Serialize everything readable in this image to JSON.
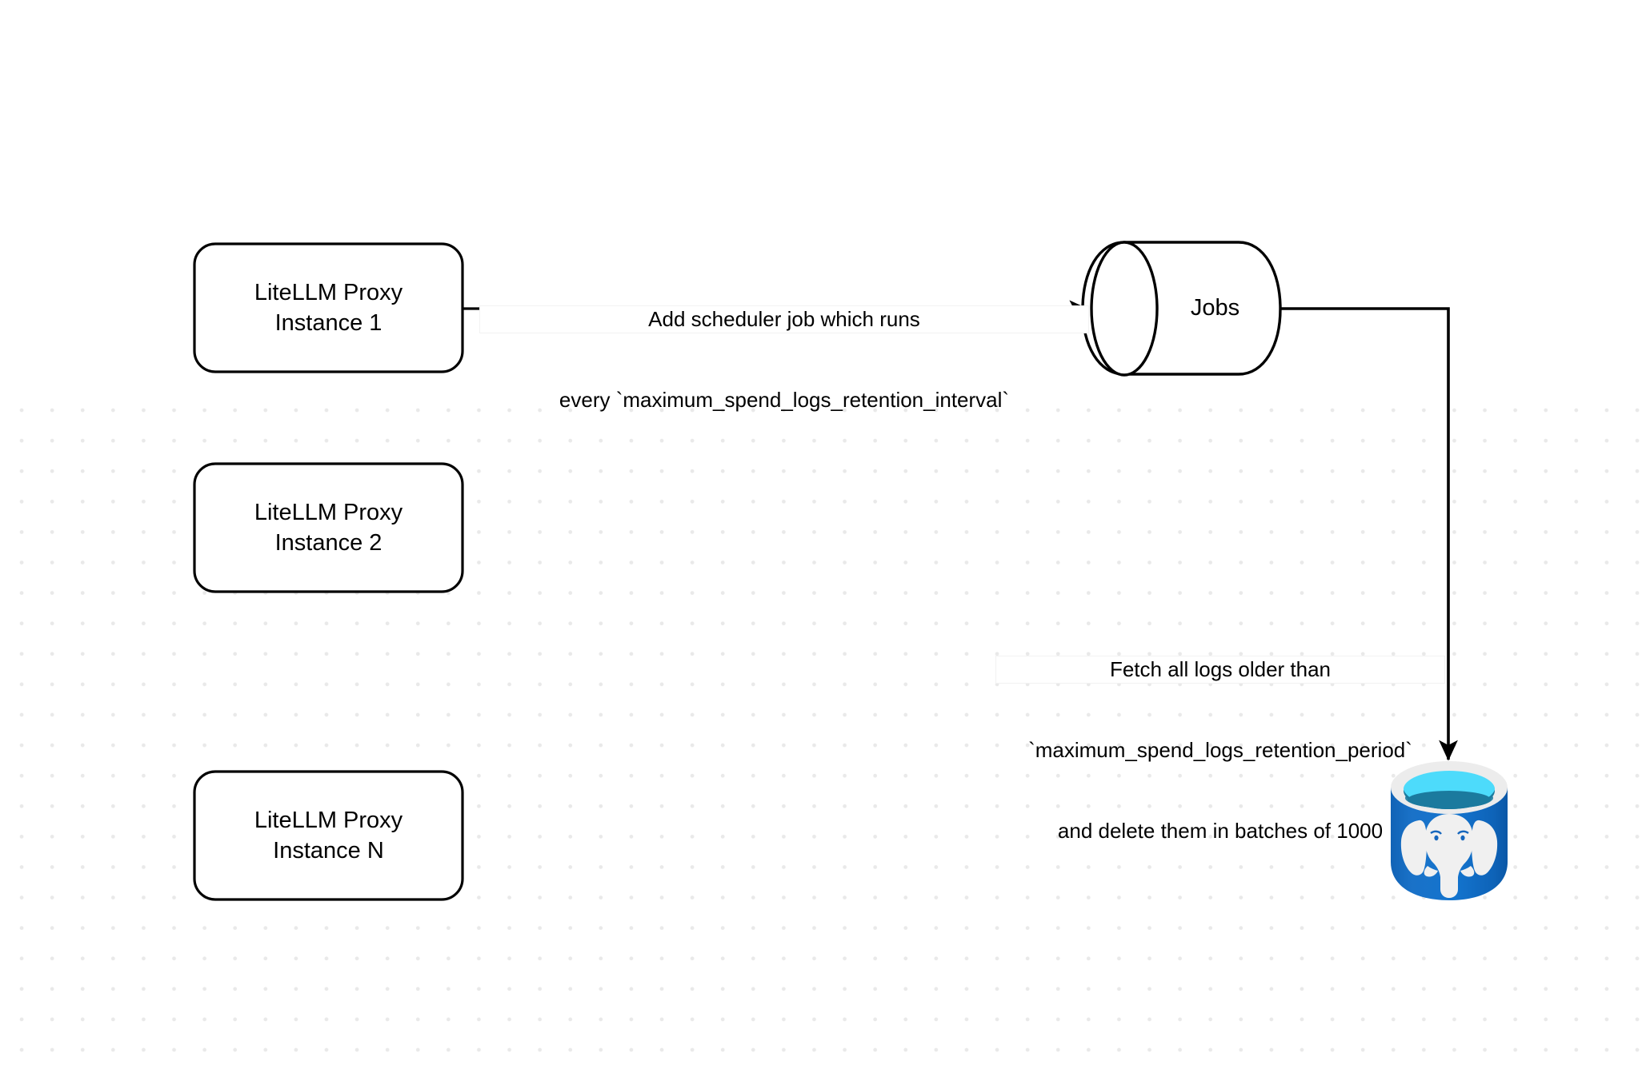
{
  "diagram": {
    "background_color": "#ffffff",
    "grid_dot_color": "#e9e9e9",
    "stroke_color": "#000000",
    "nodes": [
      {
        "id": "proxy-1",
        "line1": "LiteLLM Proxy",
        "line2": "Instance 1",
        "shape": "rounded-rect"
      },
      {
        "id": "proxy-2",
        "line1": "LiteLLM Proxy",
        "line2": "Instance 2",
        "shape": "rounded-rect"
      },
      {
        "id": "proxy-n",
        "line1": "LiteLLM Proxy",
        "line2": "Instance N",
        "shape": "rounded-rect"
      },
      {
        "id": "jobs",
        "label": "Jobs",
        "shape": "cylinder"
      },
      {
        "id": "postgres",
        "label": "",
        "shape": "postgres-database-icon",
        "color": "#1768C4",
        "top_color": "#4DDBFB",
        "rim_color": "#ececec",
        "inner_shadow_color": "#1B7A9E",
        "logo_color": "#f0f0f0"
      }
    ],
    "edges": [
      {
        "id": "scheduler-edge",
        "from": "proxy-1",
        "to": "jobs",
        "arrowhead": "filled-triangle",
        "label_lines": [
          "Add scheduler job which runs",
          "every `maximum_spend_logs_retention_interval`"
        ]
      },
      {
        "id": "cleanup-edge",
        "from": "jobs",
        "to": "postgres",
        "arrowhead": "filled-triangle",
        "label_lines": [
          "Fetch all logs older than",
          "`maximum_spend_logs_retention_period`",
          "and delete them in batches of 1000"
        ]
      }
    ]
  }
}
